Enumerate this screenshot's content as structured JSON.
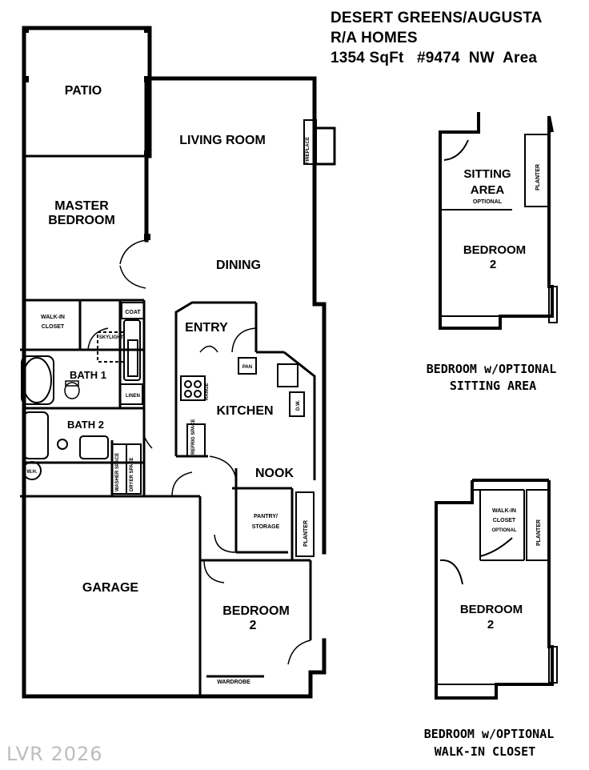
{
  "header": {
    "line1": "DESERT GREENS/AUGUSTA",
    "line2": "R/A HOMES",
    "line3": "1354 SqFt   #9474  NW  Area"
  },
  "rooms": {
    "patio": "PATIO",
    "living_room": "LIVING ROOM",
    "fireplace": "FIREPLACE",
    "master_bedroom_1": "MASTER",
    "master_bedroom_2": "BEDROOM",
    "dining": "DINING",
    "entry": "ENTRY",
    "walk_in_closet_1": "WALK-IN",
    "walk_in_closet_2": "CLOSET",
    "coat": "COAT",
    "skylight": "SKYLIGHT",
    "bath_1": "BATH  1",
    "linen": "LINEN",
    "bath_2": "BATH  2",
    "kitchen": "KITCHEN",
    "pan": "PAN",
    "range": "RANGE",
    "dw": "D.W.",
    "refrig_space": "REFRIG SPACE",
    "washer_space": "WASHER SPACE",
    "dryer_space": "DRYER SPACE",
    "wh": "W.H.",
    "nook": "NOOK",
    "pantry_1": "PANTRY/",
    "pantry_2": "STORAGE",
    "planter": "PLANTER",
    "garage": "GARAGE",
    "bedroom_1": "BEDROOM",
    "bedroom_2": "2",
    "wardrobe": "WARDROBE"
  },
  "option_sitting": {
    "sitting_1": "SITTING",
    "sitting_2": "AREA",
    "optional": "OPTIONAL",
    "planter": "PLANTER",
    "bedroom_1": "BEDROOM",
    "bedroom_2": "2",
    "caption_1": "BEDROOM w/OPTIONAL",
    "caption_2": "SITTING AREA"
  },
  "option_closet": {
    "closet_1": "WALK-IN",
    "closet_2": "CLOSET",
    "optional": "OPTIONAL",
    "planter": "PLANTER",
    "bedroom_1": "BEDROOM",
    "bedroom_2": "2",
    "caption_1": "BEDROOM w/OPTIONAL",
    "caption_2": "WALK-IN CLOSET"
  },
  "watermark": "LVR 2026"
}
